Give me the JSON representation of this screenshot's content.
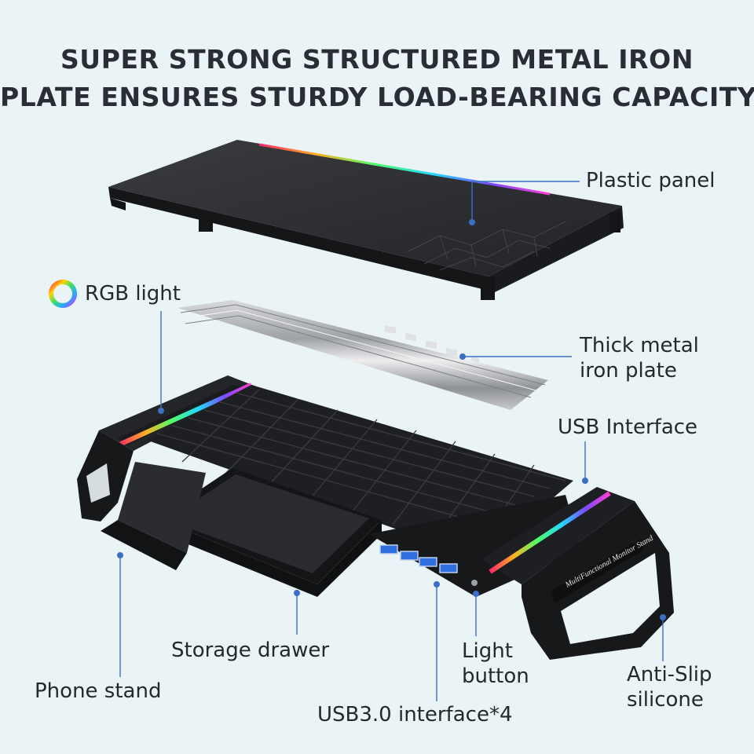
{
  "headline": {
    "line1": "SUPER STRONG STRUCTURED METAL IRON",
    "line2": "PLATE ENSURES STURDY LOAD-BEARING CAPACITY"
  },
  "callouts": {
    "plastic_panel": "Plastic panel",
    "rgb_light": "RGB light",
    "metal_plate_line1": "Thick metal",
    "metal_plate_line2": "iron plate",
    "usb_interface": "USB Interface",
    "storage_drawer": "Storage drawer",
    "light_button_line1": "Light",
    "light_button_line2": "button",
    "anti_slip_line1": "Anti-Slip",
    "anti_slip_line2": "silicone",
    "phone_stand": "Phone stand",
    "usb3_interface": "USB3.0 interface*4"
  },
  "product": {
    "brand_text": "MultiFunctional Monitor Stand"
  },
  "colors": {
    "background": "#eaf3f6",
    "leader_line": "#3b6fc6",
    "product_black": "#1b1c1f",
    "usb_blue": "#2f6fe0"
  }
}
